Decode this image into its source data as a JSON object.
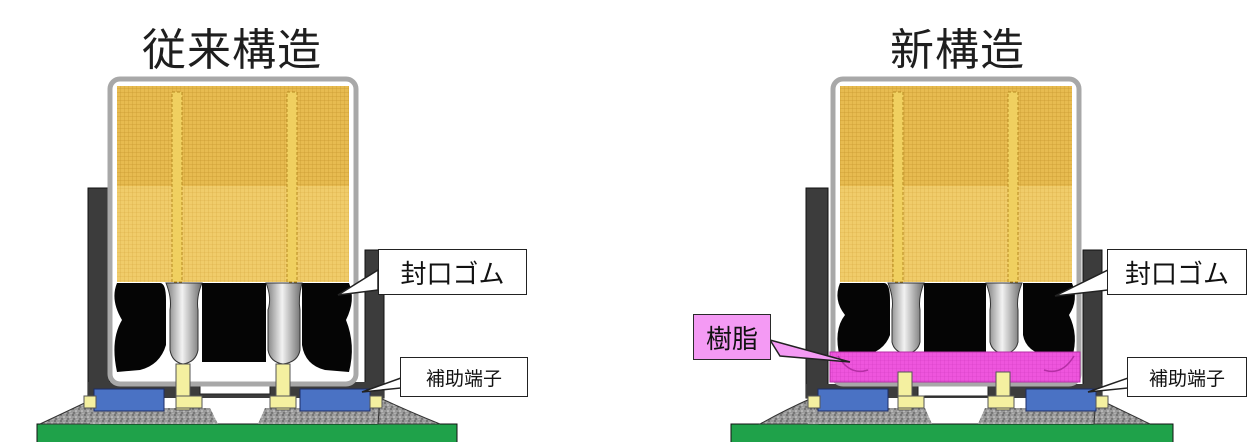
{
  "left_panel": {
    "title": "従来構造",
    "callout_seal": "封口ゴム",
    "callout_terminal": "補助端子"
  },
  "right_panel": {
    "title": "新構造",
    "callout_seal": "封口ゴム",
    "callout_terminal": "補助端子",
    "callout_resin": "樹脂"
  },
  "colors": {
    "element_gold": "#e6b84a",
    "case_outline": "#a8a8a8",
    "sleeve": "#3c3c3c",
    "rubber": "#050505",
    "terminal_blue": "#4a72c4",
    "lead_pale": "#f4f0a0",
    "pcb_green": "#1fa24a",
    "resin_pink": "#ee55dd",
    "solder_grey": "#8c8c8c"
  }
}
